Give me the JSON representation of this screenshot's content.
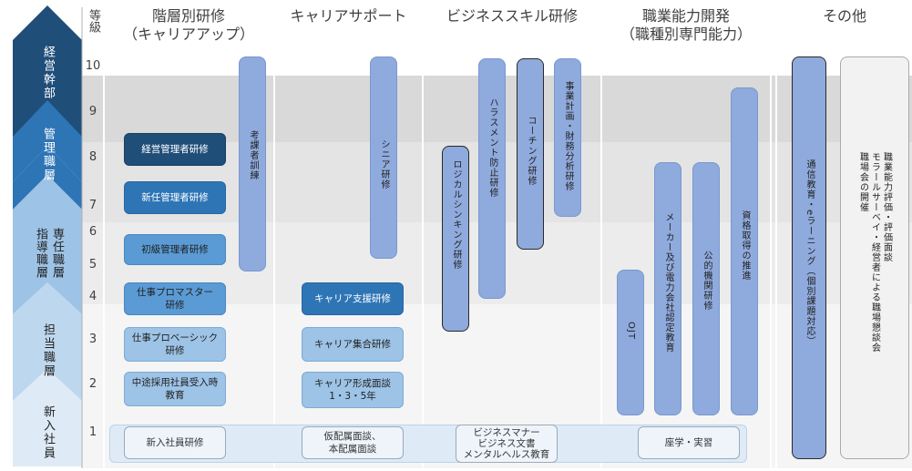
{
  "ranks": {
    "executive": "経営幹部",
    "manager": "管理職層",
    "specialist": "専任職層",
    "leader": "指導職層",
    "staff": "担当職層",
    "newcomer": "新入社員"
  },
  "grade_header": "等級",
  "grades": [
    "10",
    "9",
    "8",
    "7",
    "6",
    "5",
    "4",
    "3",
    "2",
    "1"
  ],
  "columns": {
    "tiered": {
      "line1": "階層別研修",
      "line2": "（キャリアアップ）"
    },
    "career": "キャリアサポート",
    "business": "ビジネススキル研修",
    "vocational": {
      "line1": "職業能力開発",
      "line2": "（職種別専門能力）"
    },
    "other": "その他"
  },
  "tiered_boxes": {
    "exec_training": "経営管理者研修",
    "new_manager": "新任管理者研修",
    "junior_manager": "初級管理者研修",
    "pro_master_1": "仕事プロマスター",
    "pro_master_2": "研修",
    "pro_basic_1": "仕事プロベーシック",
    "pro_basic_2": "研修",
    "midcareer_1": "中途採用社員受入時",
    "midcareer_2": "教育",
    "new_employee": "新入社員研修"
  },
  "trainer_training": "考課者訓練",
  "career_items": {
    "senior": "シニア研修",
    "support": "キャリア支援研修",
    "group": "キャリア集合研修",
    "interview_1": "キャリア形成面談",
    "interview_2": "1・3・5年",
    "placement_1": "仮配属面談、",
    "placement_2": "本配属面談"
  },
  "business_items": {
    "logical": "ロジカルシンキング研修",
    "harassment": "ハラスメント防止研修",
    "coaching": "コーチング研修",
    "planning": "事業計画・財務分析研修",
    "manners_1": "ビジネスマナー",
    "manners_2": "ビジネス文書",
    "manners_3": "メンタルヘルス教育"
  },
  "vocational_items": {
    "ojt": "OJT",
    "maker": "メーカー及び電力会社認定教育",
    "public": "公的機関研修",
    "qualification": "資格取得の推進",
    "classroom": "座学・実習"
  },
  "other_items": {
    "correspondence": "通信教育・eラーニング（個別課題対応）",
    "morale_1": "職業能力評価・評価面談",
    "morale_2": "モラールサーベイ・経営者による職場懇談会",
    "morale_3": "職場会の開催"
  }
}
